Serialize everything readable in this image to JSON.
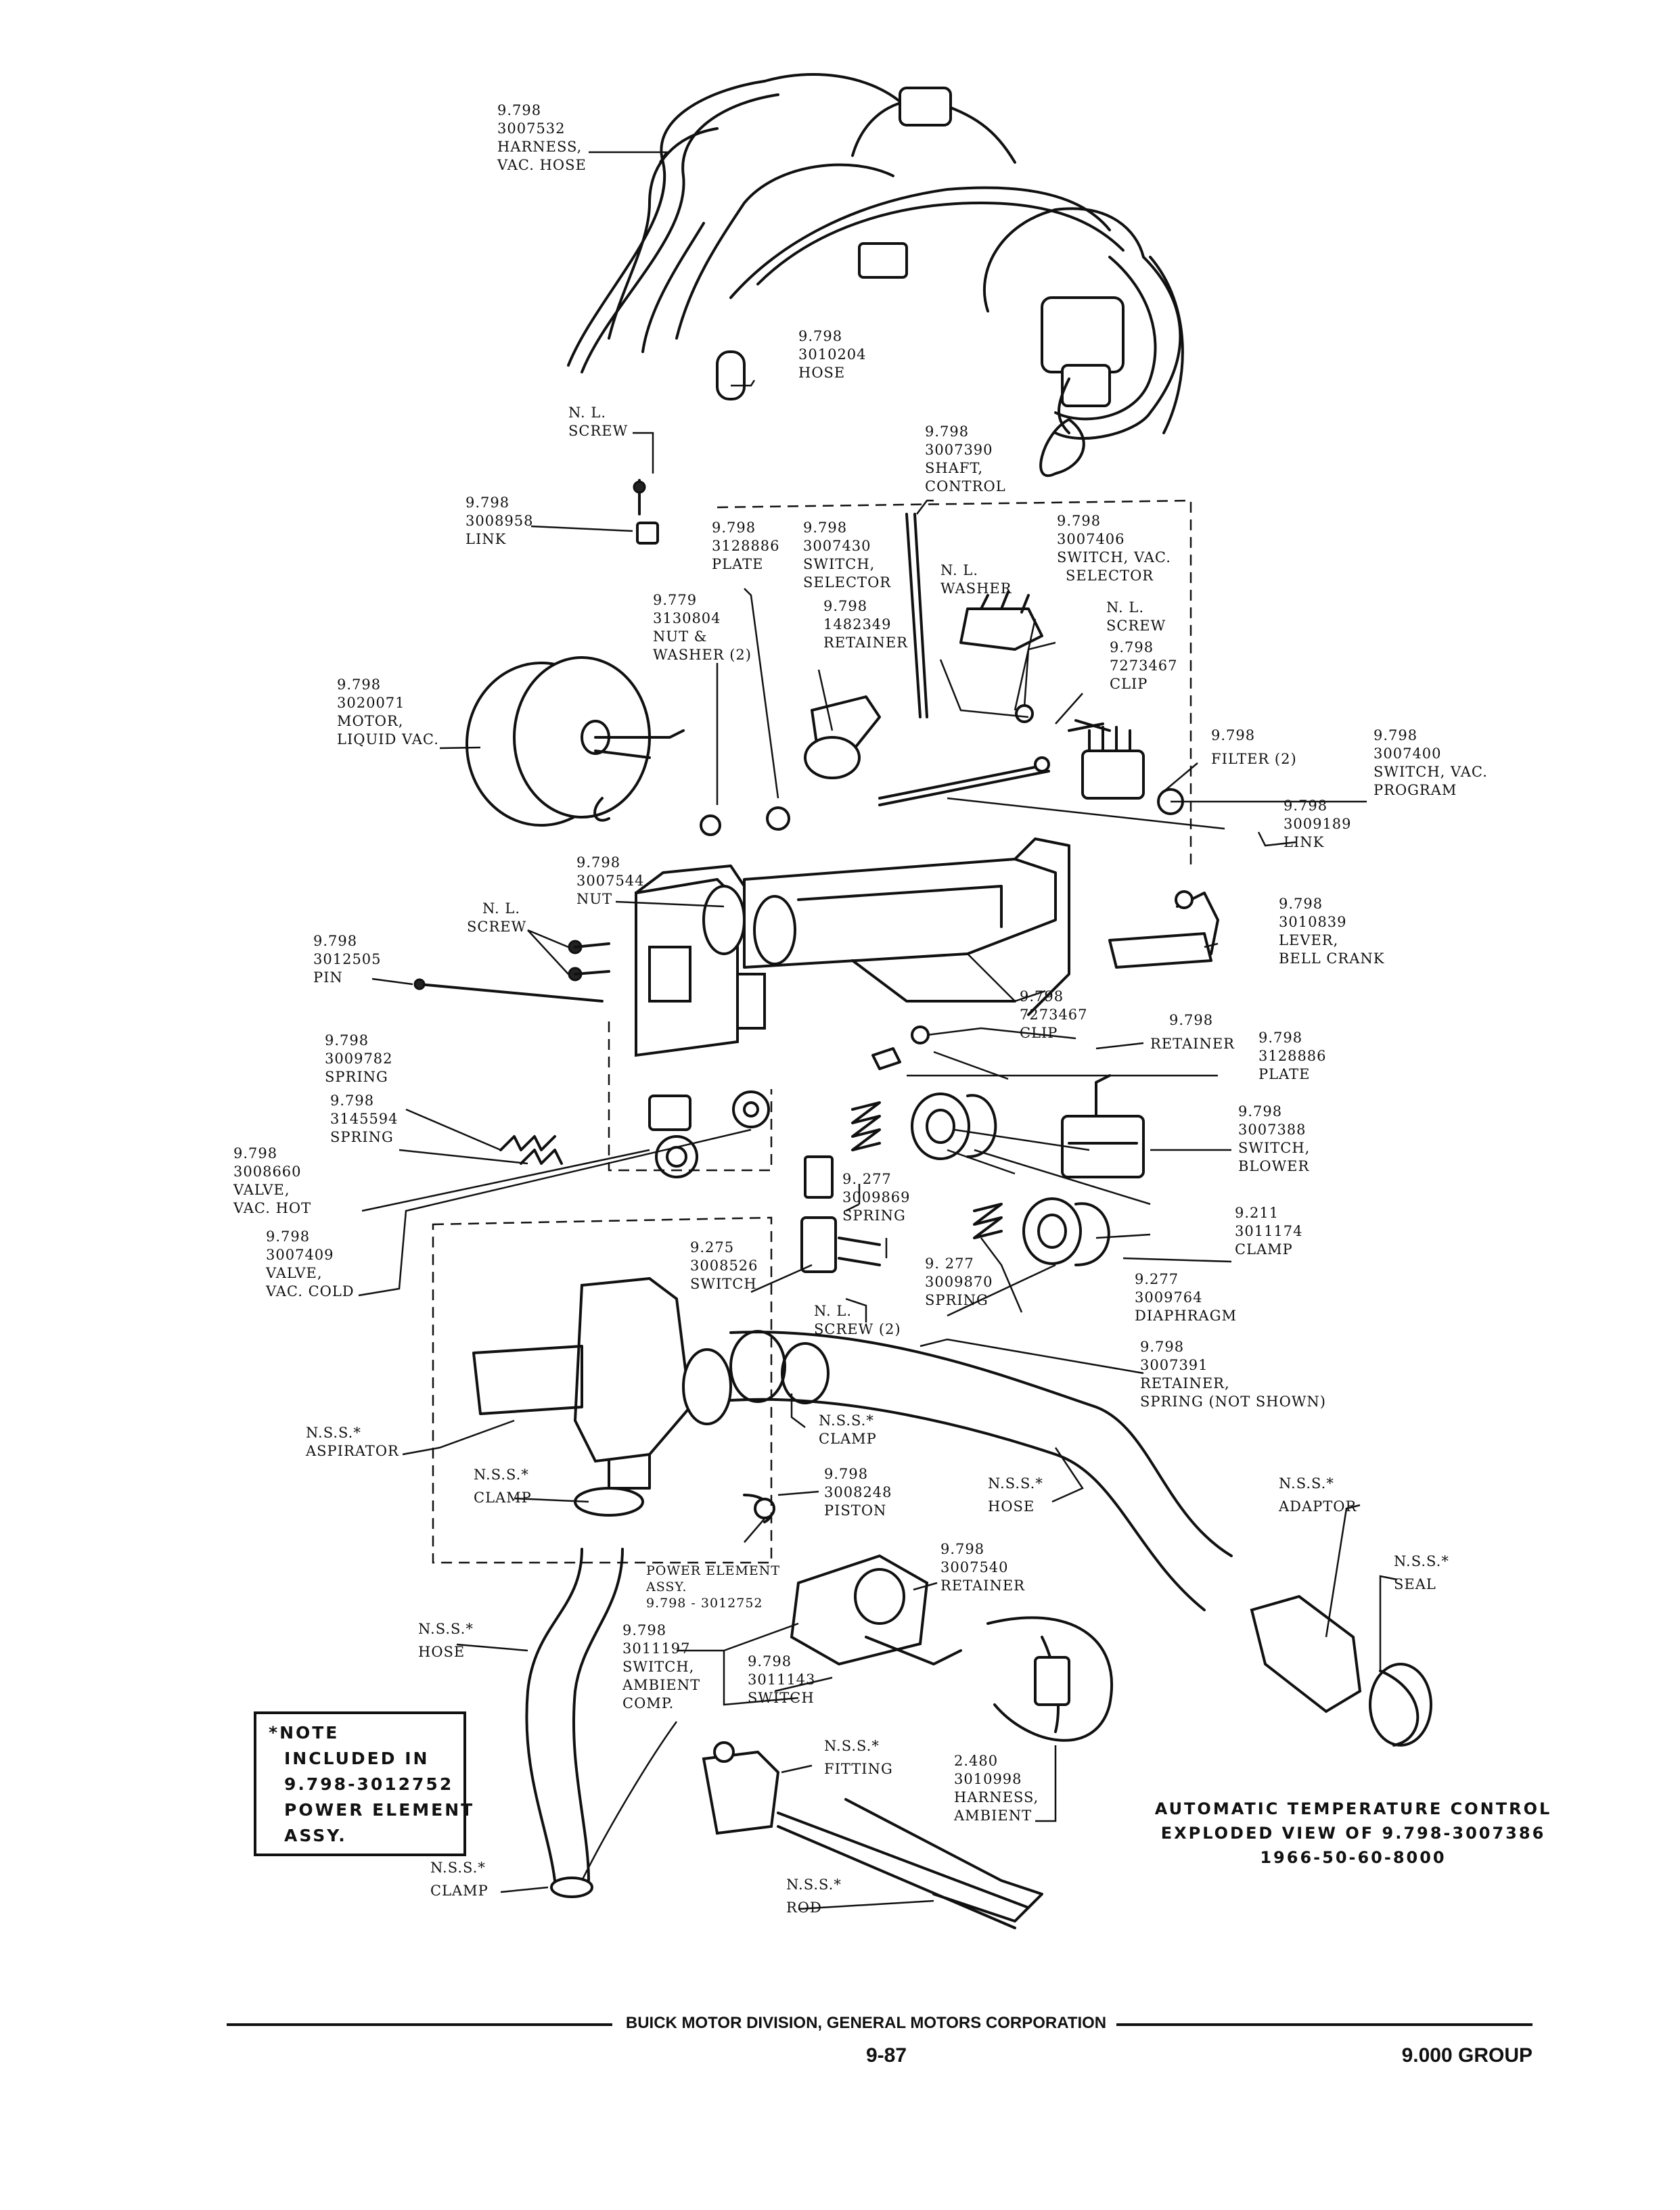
{
  "labels": {
    "harness_vac_hose": [
      "9.798",
      "3007532",
      "HARNESS,",
      "VAC. HOSE"
    ],
    "hose_top": [
      "9.798",
      "3010204",
      "HOSE"
    ],
    "screw_top": [
      "N. L.",
      "SCREW"
    ],
    "shaft_control": [
      "9.798",
      "3007390",
      "SHAFT,",
      "CONTROL"
    ],
    "link_top": [
      "9.798",
      "3008958",
      "LINK"
    ],
    "plate_top": [
      "9.798",
      "3128886",
      "PLATE"
    ],
    "switch_selector": [
      "9.798",
      "3007430",
      "SWITCH,",
      "SELECTOR"
    ],
    "retainer_mid": [
      "9.798",
      "1482349",
      "RETAINER"
    ],
    "washer": [
      "N. L.",
      "WASHER"
    ],
    "switch_vac_selector": [
      "9.798",
      "3007406",
      "SWITCH, VAC.",
      "SELECTOR"
    ],
    "screw_right": [
      "N. L.",
      "SCREW"
    ],
    "clip_top": [
      "9.798",
      "7273467",
      "CLIP"
    ],
    "nut_washer": [
      "9.779",
      "3130804",
      "NUT &",
      "WASHER (2)"
    ],
    "motor_liquid_vac": [
      "9.798",
      "3020071",
      "MOTOR,",
      "LIQUID VAC."
    ],
    "filter": [
      "9.798",
      "FILTER (2)"
    ],
    "switch_vac_program": [
      "9.798",
      "3007400",
      "SWITCH, VAC.",
      "PROGRAM"
    ],
    "link_mid": [
      "9.798",
      "3009189",
      "LINK"
    ],
    "nut": [
      "9.798",
      "3007544",
      "NUT"
    ],
    "screw_left": [
      "N. L.",
      "SCREW"
    ],
    "pin": [
      "9.798",
      "3012505",
      "PIN"
    ],
    "lever_bell_crank": [
      "9.798",
      "3010839",
      "LEVER,",
      "BELL CRANK"
    ],
    "clip_mid": [
      "9.798",
      "7273467",
      "CLIP"
    ],
    "retainer_right": [
      "9.798",
      "RETAINER"
    ],
    "plate_right": [
      "9.798",
      "3128886",
      "PLATE"
    ],
    "spring_1": [
      "9.798",
      "3009782",
      "SPRING"
    ],
    "spring_2": [
      "9.798",
      "3145594",
      "SPRING"
    ],
    "switch_blower": [
      "9.798",
      "3007388",
      "SWITCH,",
      "BLOWER"
    ],
    "valve_vac_hot": [
      "9.798",
      "3008660",
      "VALVE,",
      "VAC. HOT"
    ],
    "spring_3009869": [
      "9. 277",
      "3009869",
      "SPRING"
    ],
    "clamp_3011174": [
      "9.211",
      "3011174",
      "CLAMP"
    ],
    "valve_vac_cold": [
      "9.798",
      "3007409",
      "VALVE,",
      "VAC. COLD"
    ],
    "switch_3008526": [
      "9.275",
      "3008526",
      "SWITCH"
    ],
    "spring_3009870": [
      "9. 277",
      "3009870",
      "SPRING"
    ],
    "diaphragm": [
      "9.277",
      "3009764",
      "DIAPHRAGM"
    ],
    "screw_two": [
      "N. L.",
      "SCREW (2)"
    ],
    "retainer_spring": [
      "9.798",
      "3007391",
      "RETAINER,",
      "SPRING (NOT SHOWN)"
    ],
    "clamp_nss_1": [
      "N.S.S.*",
      "CLAMP"
    ],
    "aspirator": [
      "N.S.S.*",
      "ASPIRATOR"
    ],
    "clamp_nss_2": [
      "N.S.S.*",
      "CLAMP"
    ],
    "piston": [
      "9.798",
      "3008248",
      "PISTON"
    ],
    "hose_nss_1": [
      "N.S.S.*",
      "HOSE"
    ],
    "adaptor": [
      "N.S.S.*",
      "ADAPTOR"
    ],
    "seal": [
      "N.S.S.*",
      "SEAL"
    ],
    "retainer_3007540": [
      "9.798",
      "3007540",
      "RETAINER"
    ],
    "power_element": [
      "POWER ELEMENT",
      "ASSY.",
      "9.798 - 3012752"
    ],
    "hose_nss_2": [
      "N.S.S.*",
      "HOSE"
    ],
    "switch_ambient_comp": [
      "9.798",
      "3011197",
      "SWITCH,",
      "AMBIENT",
      "COMP."
    ],
    "switch_3011143": [
      "9.798",
      "3011143",
      "SWITCH"
    ],
    "fitting": [
      "N.S.S.*",
      "FITTING"
    ],
    "harness_ambient": [
      "2.480",
      "3010998",
      "HARNESS,",
      "AMBIENT"
    ],
    "clamp_nss_3": [
      "N.S.S.*",
      "CLAMP"
    ],
    "rod": [
      "N.S.S.*",
      "ROD"
    ]
  },
  "note": [
    "*NOTE",
    "INCLUDED IN",
    "9.798-3012752",
    "POWER ELEMENT",
    "ASSY."
  ],
  "title": [
    "AUTOMATIC TEMPERATURE CONTROL",
    "EXPLODED VIEW OF 9.798-3007386",
    "1966-50-60-8000"
  ],
  "footer": {
    "company": "BUICK MOTOR DIVISION, GENERAL MOTORS CORPORATION",
    "page": "9-87",
    "group": "9.000 GROUP"
  }
}
